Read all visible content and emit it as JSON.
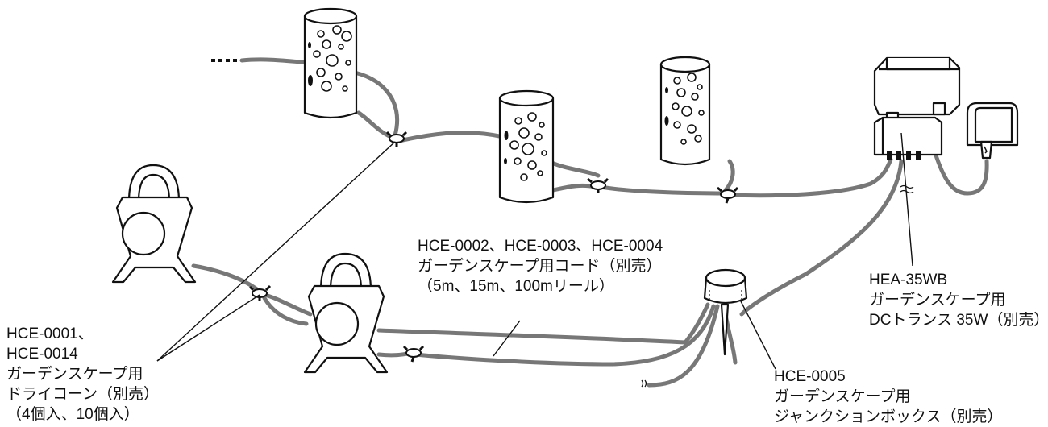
{
  "labels": {
    "dry_cone": [
      "HCE-0001、",
      "HCE-0014",
      "ガーデンスケープ用",
      "ドライコーン（別売）",
      "（4個入、10個入）"
    ],
    "cord": [
      "HCE-0002、HCE-0003、HCE-0004",
      "ガーデンスケープ用コード（別売）",
      "（5m、15m、100mリール）"
    ],
    "transformer": [
      "HEA-35WB",
      "ガーデンスケープ用",
      "DCトランス 35W（別売）"
    ],
    "junction_box": [
      "HCE-0005",
      "ガーデンスケープ用",
      "ジャンクションボックス（別売）"
    ]
  },
  "colors": {
    "cord": "#777777",
    "outline": "#111111",
    "background": "#ffffff"
  },
  "icons": [
    "cylinder-light-icon",
    "lantern-light-icon",
    "dry-cone-connector-icon",
    "junction-box-icon",
    "transformer-icon",
    "wall-outlet-icon"
  ]
}
